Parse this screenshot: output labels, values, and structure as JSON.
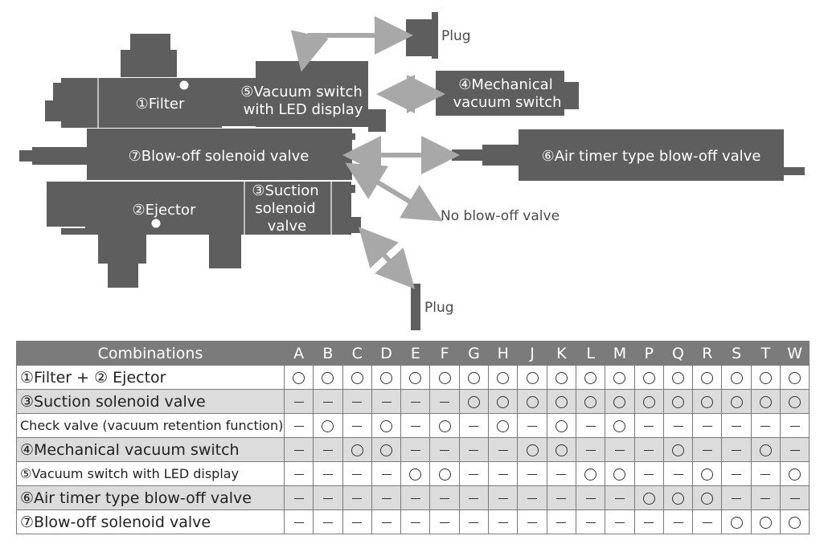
{
  "diagram": {
    "labels": {
      "plug_top": "Plug",
      "plug_bottom": "Plug",
      "filter": "①Filter",
      "vacuum_switch_led_line1": "⑤Vacuum switch",
      "vacuum_switch_led_line2": "with LED display",
      "mechanical_line1": "④Mechanical",
      "mechanical_line2": "vacuum switch",
      "blowoff_solenoid": "⑦Blow-off solenoid valve",
      "air_timer": "⑥Air timer type blow-off valve",
      "ejector": "②Ejector",
      "suction_line1": "③Suction",
      "suction_line2": "solenoid",
      "suction_line3": "valve",
      "no_blowoff": "No blow-off valve"
    },
    "colors": {
      "body": "#5e5e5e",
      "arrow": "#a8a8a8",
      "text_on_body": "#ffffff",
      "text": "#4a4a4a"
    }
  },
  "table": {
    "header_label": "Combinations",
    "columns": [
      "A",
      "B",
      "C",
      "D",
      "E",
      "F",
      "G",
      "H",
      "J",
      "K",
      "L",
      "M",
      "P",
      "Q",
      "R",
      "S",
      "T",
      "W"
    ],
    "rows": [
      {
        "label": "①Filter + ② Ejector",
        "small": false,
        "shaded": false,
        "marks": [
          "o",
          "o",
          "o",
          "o",
          "o",
          "o",
          "o",
          "o",
          "o",
          "o",
          "o",
          "o",
          "o",
          "o",
          "o",
          "o",
          "o",
          "o"
        ]
      },
      {
        "label": "③Suction solenoid valve",
        "small": false,
        "shaded": true,
        "marks": [
          "-",
          "-",
          "-",
          "-",
          "-",
          "-",
          "o",
          "o",
          "o",
          "o",
          "o",
          "o",
          "o",
          "o",
          "o",
          "o",
          "o",
          "o"
        ]
      },
      {
        "label": "Check valve (vacuum retention function)",
        "small": true,
        "shaded": false,
        "marks": [
          "-",
          "o",
          "-",
          "o",
          "-",
          "o",
          "-",
          "o",
          "-",
          "o",
          "-",
          "o",
          "-",
          "-",
          "-",
          "-",
          "-",
          "-"
        ]
      },
      {
        "label": "④Mechanical vacuum switch",
        "small": false,
        "shaded": true,
        "marks": [
          "-",
          "-",
          "o",
          "o",
          "-",
          "-",
          "-",
          "-",
          "o",
          "o",
          "-",
          "-",
          "-",
          "o",
          "-",
          "-",
          "o",
          "-"
        ]
      },
      {
        "label": "⑤Vacuum switch with LED display",
        "small": true,
        "shaded": false,
        "marks": [
          "-",
          "-",
          "-",
          "-",
          "o",
          "o",
          "-",
          "-",
          "-",
          "-",
          "o",
          "o",
          "-",
          "-",
          "o",
          "-",
          "-",
          "o"
        ]
      },
      {
        "label": "⑥Air timer type blow-off valve",
        "small": false,
        "shaded": true,
        "marks": [
          "-",
          "-",
          "-",
          "-",
          "-",
          "-",
          "-",
          "-",
          "-",
          "-",
          "-",
          "-",
          "o",
          "o",
          "o",
          "-",
          "-",
          "-"
        ]
      },
      {
        "label": "⑦Blow-off solenoid valve",
        "small": false,
        "shaded": false,
        "marks": [
          "-",
          "-",
          "-",
          "-",
          "-",
          "-",
          "-",
          "-",
          "-",
          "-",
          "-",
          "-",
          "-",
          "-",
          "-",
          "o",
          "o",
          "o"
        ]
      }
    ]
  }
}
